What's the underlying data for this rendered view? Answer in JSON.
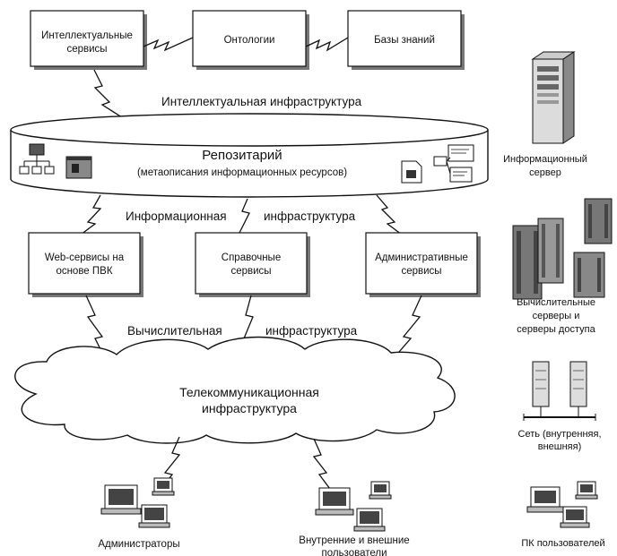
{
  "top_boxes": [
    {
      "line1": "Интеллектуальные",
      "line2": "сервисы"
    },
    {
      "line1": "Онтологии",
      "line2": ""
    },
    {
      "line1": "Базы знаний",
      "line2": ""
    }
  ],
  "infra_intellectual": "Интеллектуальная инфраструктура",
  "repository": {
    "title": "Репозитарий",
    "subtitle": "(метаописания информационных ресурсов)"
  },
  "infra_info_left": "Информационная",
  "infra_info_right": "инфраструктура",
  "middle_boxes": [
    {
      "line1": "Web-сервисы на",
      "line2": "основе ПВК"
    },
    {
      "line1": "Справочные",
      "line2": "сервисы"
    },
    {
      "line1": "Административные",
      "line2": "сервисы"
    }
  ],
  "infra_compute_left": "Вычислительная",
  "infra_compute_right": "инфраструктура",
  "cloud": {
    "line1": "Телекоммуникационная",
    "line2": "инфраструктура"
  },
  "bottom_groups": [
    {
      "line1": "Администраторы",
      "line2": ""
    },
    {
      "line1": "Внутренние и внешние",
      "line2": "пользователи"
    }
  ],
  "legend": {
    "info_server": {
      "line1": "Информационный",
      "line2": "сервер"
    },
    "compute_servers": {
      "line1": "Вычислительные",
      "line2": "серверы и",
      "line3": "серверы доступа"
    },
    "network": {
      "line1": "Сеть (внутренняя,",
      "line2": "внешняя)"
    },
    "pc_users": "ПК пользователей"
  }
}
